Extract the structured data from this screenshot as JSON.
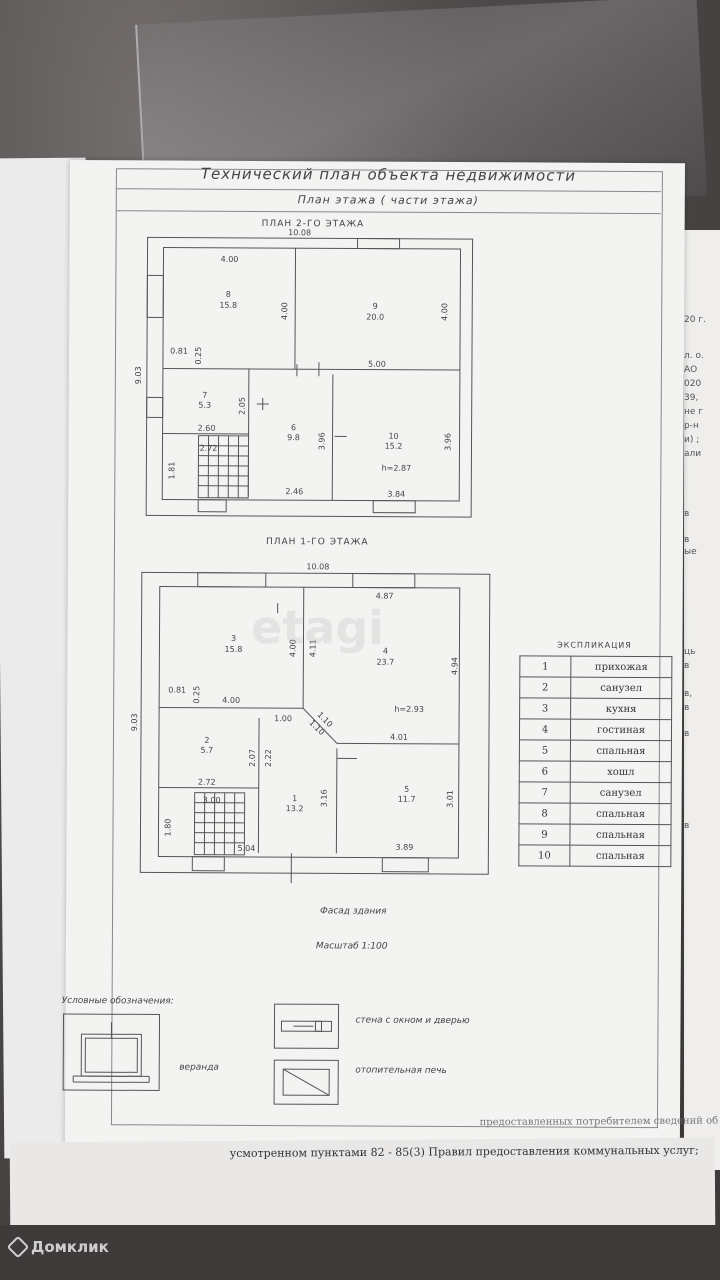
{
  "document": {
    "title": "Технический план объекта недвижимости",
    "subtitle": "План этажа ( части этажа)"
  },
  "floor2": {
    "label": "ПЛАН 2-ГО ЭТАЖА",
    "total_width": "10.08",
    "total_depth": "9.03",
    "height": "h=2.87",
    "dims": [
      "4.00",
      "4.00",
      "4.00",
      "0.81",
      "0.25",
      "5.00",
      "2.05",
      "2.60",
      "2.72",
      "3.96",
      "3.96",
      "1.81",
      "2.46",
      "3.84"
    ],
    "rooms": [
      {
        "num": "8",
        "area": "15.8"
      },
      {
        "num": "9",
        "area": "20.0"
      },
      {
        "num": "7",
        "area": "5.3"
      },
      {
        "num": "6",
        "area": "9.8"
      },
      {
        "num": "10",
        "area": "15.2"
      }
    ]
  },
  "floor1": {
    "label": "ПЛАН 1-ГО ЭТАЖА",
    "total_width": "10.08",
    "total_depth": "9.03",
    "height": "h=2.93",
    "dims": [
      "4.87",
      "4.00",
      "4.11",
      "4.94",
      "0.81",
      "0.25",
      "4.00",
      "1.00",
      "1.10",
      "1.10",
      "4.01",
      "2.07",
      "2.22",
      "2.72",
      "3.00",
      "3.16",
      "3.01",
      "1.80",
      "5.04",
      "3.89"
    ],
    "rooms": [
      {
        "num": "3",
        "area": "15.8"
      },
      {
        "num": "4",
        "area": "23.7"
      },
      {
        "num": "2",
        "area": "5.7"
      },
      {
        "num": "1",
        "area": "13.2"
      },
      {
        "num": "5",
        "area": "11.7"
      }
    ]
  },
  "facade_label": "Фасад здания",
  "scale_label": "Масштаб 1:100",
  "watermark_text": "etagi",
  "explication": {
    "caption": "ЭКСПЛИКАЦИЯ",
    "rows": [
      {
        "n": "1",
        "name": "прихожая"
      },
      {
        "n": "2",
        "name": "санузел"
      },
      {
        "n": "3",
        "name": "кухня"
      },
      {
        "n": "4",
        "name": "гостиная"
      },
      {
        "n": "5",
        "name": "спальная"
      },
      {
        "n": "6",
        "name": "хошл"
      },
      {
        "n": "7",
        "name": "санузел"
      },
      {
        "n": "8",
        "name": "спальная"
      },
      {
        "n": "9",
        "name": "спальная"
      },
      {
        "n": "10",
        "name": "спальная"
      }
    ]
  },
  "legend": {
    "title": "Условные обозначения:",
    "veranda": "веранда",
    "wall_window_door": "стена с окном и дверью",
    "stove": "отопительная печь"
  },
  "bottom_text": {
    "line1": "предоставленных потребителем сведений об",
    "line2": "усмотренном пунктами 82 - 85(3) Правил предоставления коммунальных услуг;"
  },
  "right_fragments": [
    "20 г.",
    "л. о.",
    "АО",
    "020",
    "39,",
    "не г",
    "р-н",
    "и) ;",
    "али",
    "в",
    "в",
    "ые",
    "ць",
    "в",
    "в,",
    "в",
    "в",
    "в"
  ],
  "brand": {
    "name": "Домклик",
    "icon": "domclick-logo-icon"
  }
}
